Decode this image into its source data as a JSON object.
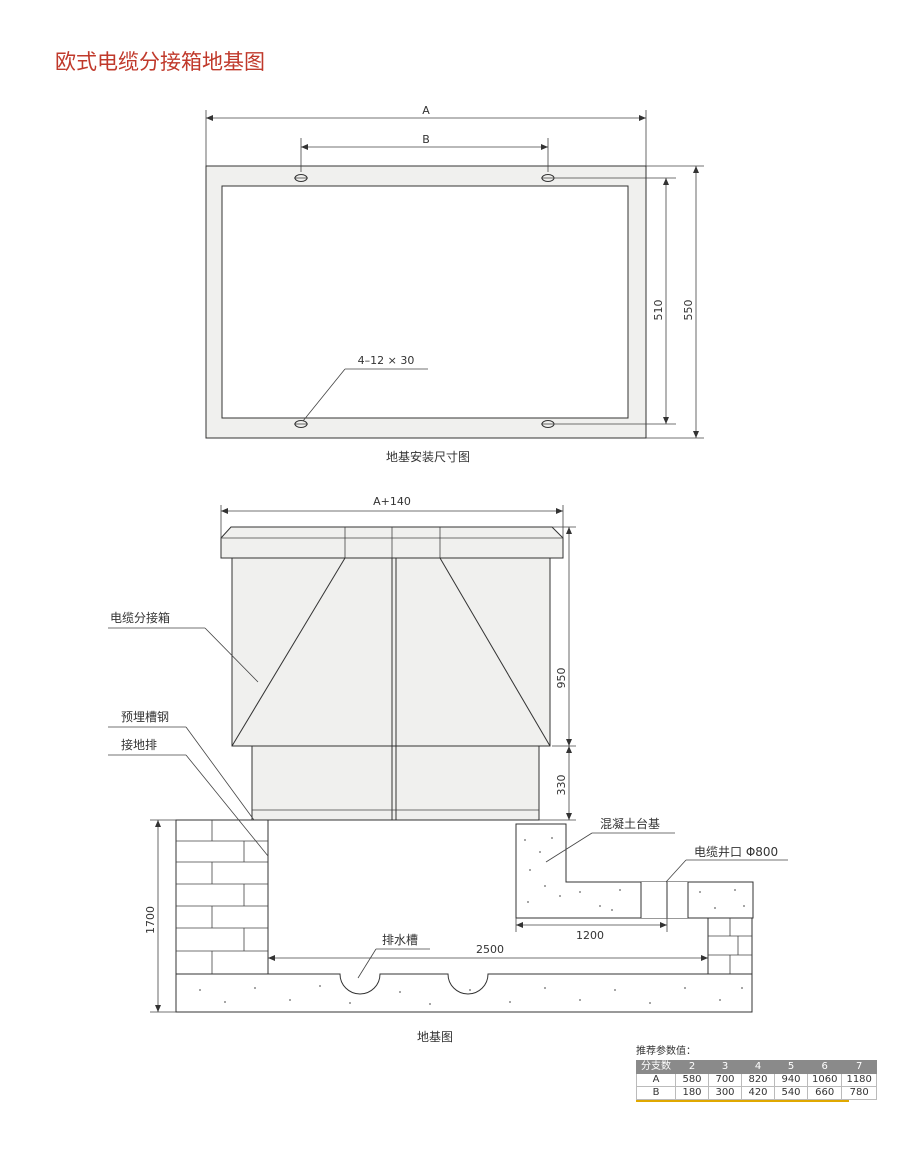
{
  "title": "欧式电缆分接箱地基图",
  "plan": {
    "caption": "地基安装尺寸图",
    "dim_a": "A",
    "dim_b": "B",
    "dim_510": "510",
    "dim_550": "550",
    "hole_label": "4–12 × 30"
  },
  "section": {
    "caption": "地基图",
    "dim_top": "A+140",
    "dim_950": "950",
    "dim_330": "330",
    "dim_1700": "1700",
    "dim_1200": "1200",
    "dim_2500": "2500",
    "label_box": "电缆分接箱",
    "label_channel": "预埋槽钢",
    "label_ground": "接地排",
    "label_concrete": "混凝土台基",
    "label_well": "电缆井口 Φ800",
    "label_drain": "排水槽"
  },
  "params": {
    "title": "推荐参数值：",
    "header": [
      "分支数",
      "2",
      "3",
      "4",
      "5",
      "6",
      "7"
    ],
    "rows": [
      [
        "A",
        "580",
        "700",
        "820",
        "940",
        "1060",
        "1180"
      ],
      [
        "B",
        "180",
        "300",
        "420",
        "540",
        "660",
        "780"
      ]
    ]
  }
}
